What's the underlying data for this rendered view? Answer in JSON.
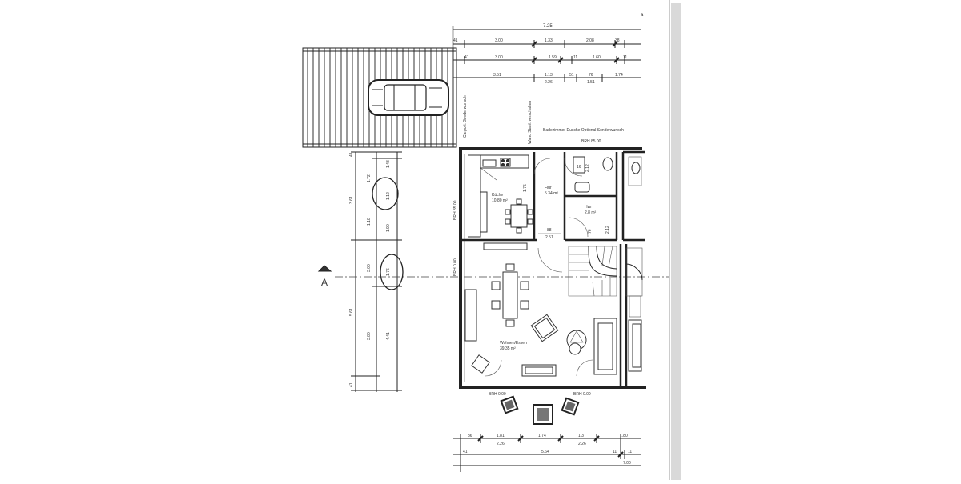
{
  "plan": {
    "section_marker": "A",
    "corner_mark": "a",
    "carport_label": "Carport: Sonderwunsch",
    "wall_note": "Wand Stahl. verschalten",
    "bath_note": "Badezimmer Dusche Optional Sonderwunsch",
    "brh_top": "BRH 85.00",
    "brh_left": "BRH 85.00",
    "brh_left2": "BRH 0.00",
    "brh_bottom_left": "BRH 0.00",
    "brh_bottom_right": "BRH 0.00",
    "rooms": {
      "kueche_name": "Küche",
      "kueche_area": "10.80 m²",
      "flur_name": "Flur",
      "flur_area": "5.34 m²",
      "hwr_name": "Hwr",
      "hwr_area": "2.8 m²",
      "wohnen_name": "Wohnen/Essen",
      "wohnen_area": "39.35 m²"
    },
    "dims_top": {
      "overall": "7.25",
      "r1_a": "3.00",
      "r1_b": "1.33",
      "r1_c": "2.08",
      "r1_d": "38",
      "r2_a": "3.00",
      "r2_b": "1.59",
      "r2_c": "11",
      "r2_d": "1.60",
      "r2_e": "11",
      "r3_a": "3.51",
      "r3_b": "1.13",
      "r3_c": "2.26",
      "r3_d": "51",
      "r3_e": "76",
      "r3_f": "1.51",
      "r3_g": "1.74",
      "r1_left": "41",
      "r2_left": "41"
    },
    "dims_left": {
      "a": "41",
      "b": "1.48",
      "c": "1.72",
      "d": "1.12",
      "e": "3.61",
      "f": "1.18",
      "g": "1.90",
      "h": "3.00",
      "i": "1.76",
      "j": "5.61",
      "k": "3.80",
      "l": "4.41",
      "m": "41"
    },
    "dims_inner": {
      "kueche_h": "1.75",
      "flur_w": "88",
      "flur_b": "2.51",
      "hwr_a": "2.12",
      "hwr_b": "16",
      "hwr_c": "76",
      "hwr_d": "2.12"
    },
    "dims_bottom": {
      "a": "86",
      "b": "1.81",
      "c": "1.74",
      "d": "1.3",
      "e": "1.80",
      "f": "2.26",
      "g": "2.26",
      "h": "41",
      "i": "5.64",
      "j": "11",
      "k": "7.00",
      "l": "11"
    }
  }
}
